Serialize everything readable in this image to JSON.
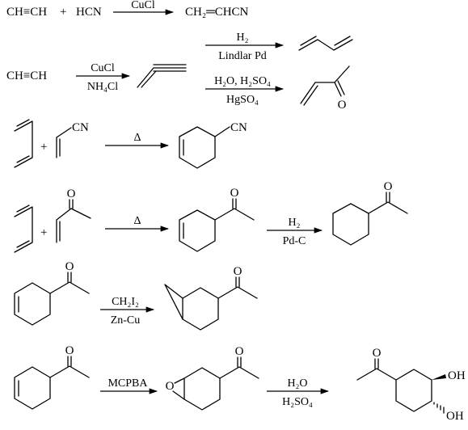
{
  "reactions": [
    {
      "reactant_a": "CH≡CH",
      "plus": "+",
      "reactant_b": "HCN",
      "reagent_above": "CuCl",
      "product": "CH₂═CHCN"
    },
    {
      "reactant": "CH≡CH",
      "reagent_above": "CuCl",
      "reagent_below": "NH₄Cl"
    },
    {
      "reagent_above": "H₂",
      "reagent_below": "Lindlar Pd"
    },
    {
      "reagent_above": "H₂O, H₂SO₄",
      "reagent_below": "HgSO₄",
      "product_atom": "O"
    },
    {
      "plus": "+",
      "reactant_atom": "CN",
      "reagent_above": "Δ",
      "product_atom": "CN"
    },
    {
      "plus": "+",
      "reactant_atom": "O",
      "reagent_above": "Δ",
      "product_atom": "O"
    },
    {
      "reagent_above": "H₂",
      "reagent_below": "Pd-C",
      "product_atom": "O"
    },
    {
      "reactant_atom": "O",
      "reagent_above": "CH₂I₂",
      "reagent_below": "Zn-Cu",
      "product_atom": "O"
    },
    {
      "reactant_atom": "O",
      "reagent_above": "MCPBA",
      "epoxide_atom": "O",
      "product_atom": "O"
    },
    {
      "reagent_above": "H₂O",
      "reagent_below": "H₂SO₄",
      "product_atom": "O",
      "oh_upper": "OH",
      "oh_lower": "OH"
    }
  ]
}
